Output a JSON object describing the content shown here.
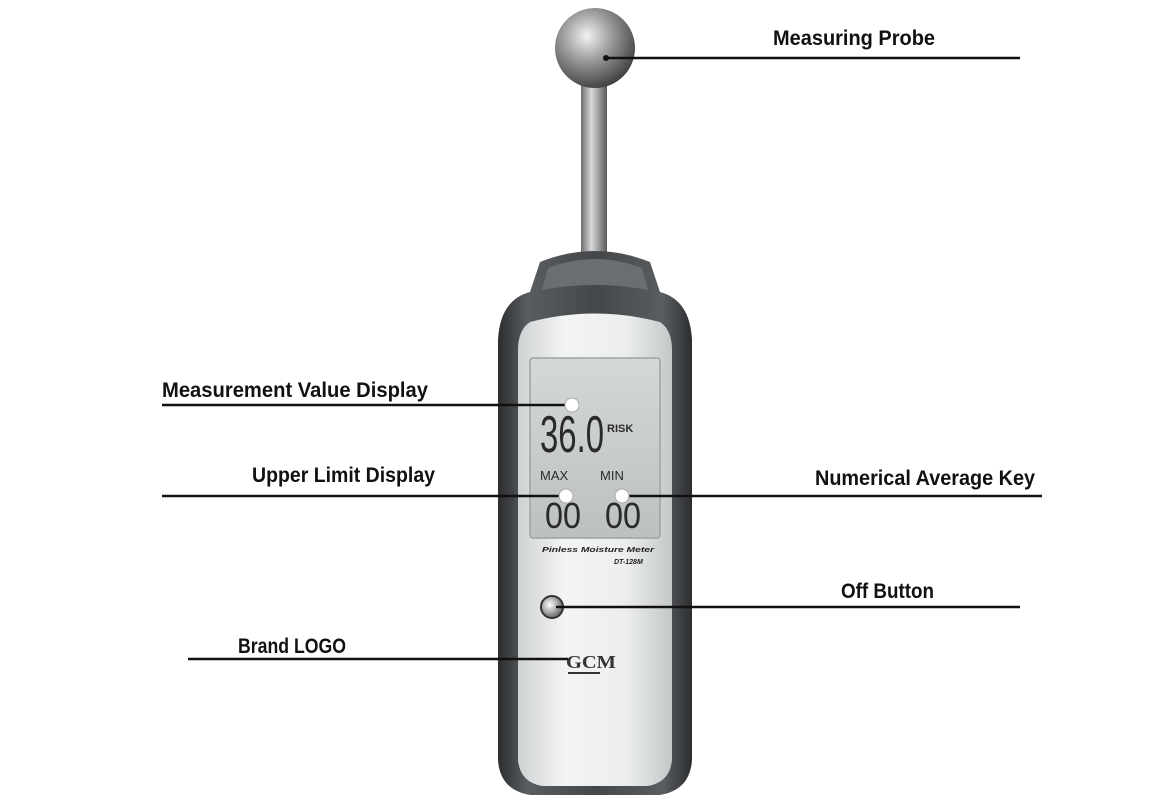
{
  "labels": {
    "measuring_probe": "Measuring Probe",
    "measurement_value_display": "Measurement Value Display",
    "upper_limit_display": "Upper Limit Display",
    "numerical_average_key": "Numerical Average Key",
    "off_button": "Off Button",
    "brand_logo": "Brand LOGO"
  },
  "device": {
    "main_reading": "36.0",
    "main_unit": "RISK",
    "max_label": "MAX",
    "min_label": "MIN",
    "max_value": "00",
    "min_value": "00",
    "model_name": "Pinless Moisture Meter",
    "model_number": "DT-128M",
    "brand": "GCM"
  },
  "colors": {
    "body_dark": "#3f4244",
    "body_light": "#e4e6e7",
    "lcd_screen": "#c7cccb",
    "leader_line": "#111111"
  }
}
